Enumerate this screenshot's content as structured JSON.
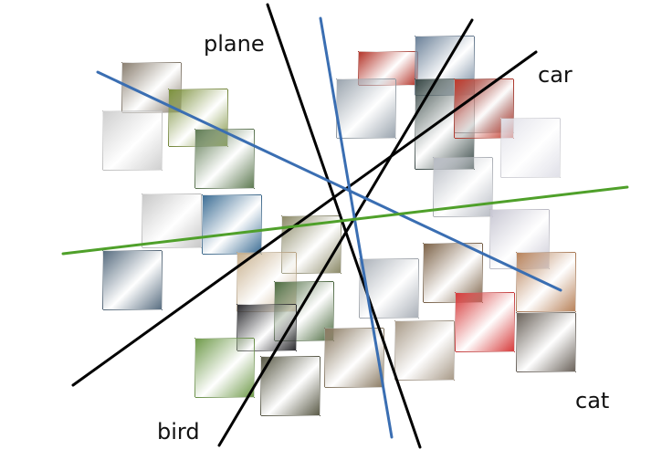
{
  "labels": {
    "plane": "plane",
    "car": "car",
    "bird": "bird",
    "cat": "cat"
  },
  "colors": {
    "black_line": "#000000",
    "blue_line": "#3a6eb2",
    "green_line": "#4fa02a"
  },
  "images": [
    {
      "name": "plane-thumb-1",
      "class": "plane",
      "tone": "#8a7f70"
    },
    {
      "name": "plane-thumb-2",
      "class": "plane",
      "tone": "#7a8f3a"
    },
    {
      "name": "plane-thumb-3",
      "class": "plane",
      "tone": "#cfcfcf"
    },
    {
      "name": "plane-thumb-4",
      "class": "plane",
      "tone": "#5e7a52"
    },
    {
      "name": "plane-thumb-5",
      "class": "plane",
      "tone": "#c8c8c8"
    },
    {
      "name": "plane-thumb-6",
      "class": "plane",
      "tone": "#586d80"
    },
    {
      "name": "bird-thumb-1",
      "class": "bird",
      "tone": "#3d6e95"
    },
    {
      "name": "bird-thumb-2",
      "class": "bird",
      "tone": "#8c8a68"
    },
    {
      "name": "bird-thumb-3",
      "class": "bird",
      "tone": "#c8b08d"
    },
    {
      "name": "bird-thumb-4",
      "class": "bird",
      "tone": "#4b6a3e"
    },
    {
      "name": "bird-thumb-5",
      "class": "bird",
      "tone": "#2c2c30"
    },
    {
      "name": "bird-thumb-6",
      "class": "bird",
      "tone": "#8a7a62"
    },
    {
      "name": "bird-thumb-7",
      "class": "bird",
      "tone": "#6f9a4a"
    },
    {
      "name": "bird-thumb-8",
      "class": "bird",
      "tone": "#5b5b48"
    },
    {
      "name": "car-thumb-1",
      "class": "car",
      "tone": "#b4352a"
    },
    {
      "name": "car-thumb-2",
      "class": "car",
      "tone": "#6a8098"
    },
    {
      "name": "car-thumb-3",
      "class": "car",
      "tone": "#9aa4ae"
    },
    {
      "name": "car-thumb-4",
      "class": "car",
      "tone": "#3a4a48"
    },
    {
      "name": "car-thumb-5",
      "class": "car",
      "tone": "#7e8588"
    },
    {
      "name": "car-thumb-6",
      "class": "car",
      "tone": "#c0392b"
    },
    {
      "name": "car-thumb-7",
      "class": "car",
      "tone": "#e0e0e8"
    },
    {
      "name": "car-thumb-8",
      "class": "car",
      "tone": "#b8bcc4"
    },
    {
      "name": "cat-thumb-1",
      "class": "cat",
      "tone": "#c9c8d4"
    },
    {
      "name": "cat-thumb-2",
      "class": "cat",
      "tone": "#7d6348"
    },
    {
      "name": "cat-thumb-3",
      "class": "cat",
      "tone": "#aab0b8"
    },
    {
      "name": "cat-thumb-4",
      "class": "cat",
      "tone": "#d63a3a"
    },
    {
      "name": "cat-thumb-5",
      "class": "cat",
      "tone": "#b8825a"
    },
    {
      "name": "cat-thumb-6",
      "class": "cat",
      "tone": "#6a625a"
    },
    {
      "name": "cat-thumb-7",
      "class": "cat",
      "tone": "#a89a88"
    }
  ]
}
